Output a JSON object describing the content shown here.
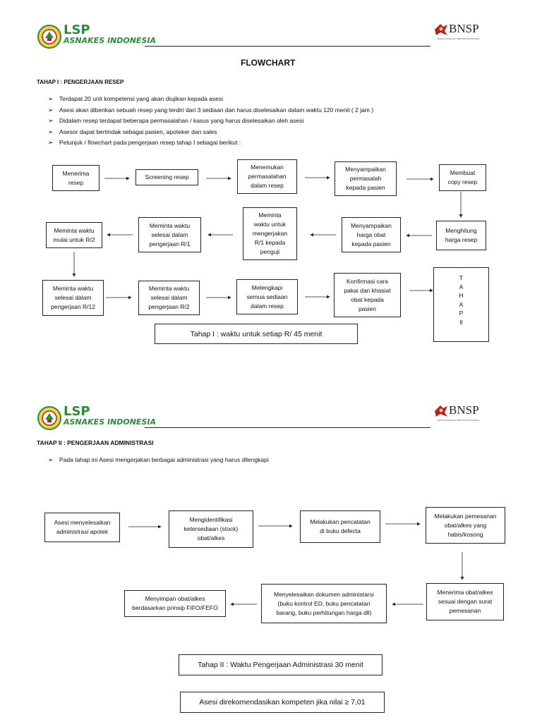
{
  "header": {
    "logo_lsp": "LSP",
    "logo_org": "ASNAKES INDONESIA",
    "logo_bnsp": "BNSP",
    "logo_bnsp_sub": "BADAN NASIONAL SERTIFIKASI PROFESI"
  },
  "title": "FLOWCHART",
  "stage1": {
    "heading": "TAHAP I : PENGERJAAN RESEP",
    "bullets": [
      "Terdapat 20 unit kompetensi yang akan diujikan kepada asesi",
      "Asesi akan diberikan sebuah resep yang terdiri dari 3 sediaan dan harus diselesaikan dalam waktu 120 menit ( 2 jam )",
      "Didalam resep terdapat beberapa permasalahan / kasus yang harus diselesaikan oleh asesi",
      "Asesor dapat bertindak sebagai pasien, apoteker dan sales",
      "Petunjuk / flowchart pada pengerjaan resep tahap I sebagai berikut :"
    ],
    "boxes": {
      "menerima_resep": "Menerima\nresep",
      "screening_resep": "Screening resep",
      "menemukan": "Menemukan\npermasalahan\ndalam resep",
      "menyampaikan_masalah": "Menyampaikan\npermasalah\nkepada pasien",
      "membuat_copy": "Membuat\ncopy resep",
      "menghitung_harga": "Menghitung\nharga resep",
      "menyampaikan_harga": "Menyampaikan\nharga obat\nkepada pasien",
      "meminta_penguji": "Meminta\nwaktu untuk\nmengerjakan\nR/1 kepada\npenguji",
      "meminta_r1": "Meminta waktu\nselesai dalam\npengerjaan R/1",
      "meminta_mulai_r2": "Meminta waktu\nmulai untuk R/2",
      "meminta_r12": "Meminta waktu\nselesai dalam\npengerjaan R/12",
      "meminta_r2": "Meminta waktu\nselesai dalam\npengerjaan R/2",
      "melengkapi": "Melengkapi\nsemua sediaan\ndalam resep",
      "konfirmasi": "Konfirmasi cara\npakai dan khasiat\nobat kepada\npasien",
      "tahap2_letters": [
        "T",
        "A",
        "H",
        "A",
        "P",
        "II"
      ]
    },
    "note": "Tahap I : waktu untuk setiap R/  45 menit"
  },
  "stage2": {
    "heading": "TAHAP II : PENGERJAAN ADMINISTRASI",
    "bullets": [
      "Pada tahap ini Asesi mengerjakan berbagai administrasi yang harus dilengkapi"
    ],
    "boxes": {
      "asesi_menyelesaikan": "Asesi menyelesaikan\nadministrasi apotek",
      "mengidentifikasi": "Mengidentifikasi\nketersediaan (stock)\nobat/alkes",
      "pencatatan": "Melakukan pencatatan\ndi buku defecta",
      "pemesanan": "Melakukan pemesanan\nobat/alkes yang\nhabis/kosong",
      "menerima_obat": "Menerima obat/alkes\nsesuai dengan surat\npemesanan",
      "dokumen": "Menyelesaikan dokumen administarsi\n(buku kontrol ED, buku pencatatan\nbarang, buku perhitungan harga dll)",
      "menyimpan": "Menyimpan obat/alkes\nberdasarkan prinsip FIFO/FEFO"
    },
    "note": "Tahap II : Waktu Pengerjaan Administrasi 30 menit",
    "recommend": "Asesi direkomendasikan kompeten jika nilai ≥ 7,01"
  },
  "colors": {
    "lsp_green": "#2f8b3a",
    "bnsp_red": "#b5222b",
    "line": "#222222"
  },
  "icons": [
    "lsp-emblem-icon",
    "bnsp-emblem-icon",
    "bullet-arrow-icon"
  ]
}
